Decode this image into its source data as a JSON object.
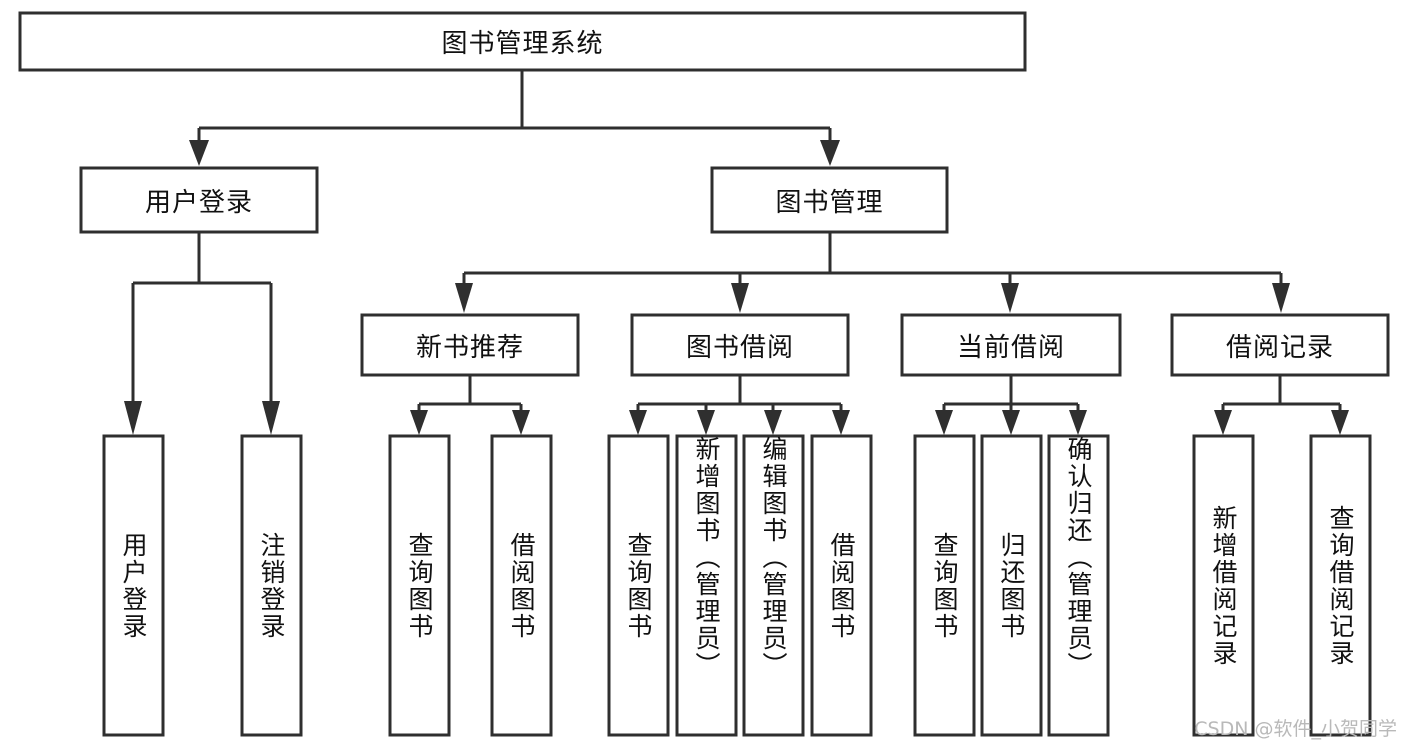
{
  "diagram": {
    "title": "图书管理系统",
    "type": "hierarchy-tree",
    "orientation": "top-down",
    "levels": 4,
    "colors": {
      "box_fill": "#ffffff",
      "box_stroke": "#2f2f2f",
      "text": "#111111",
      "watermark": "#b9b9b9"
    },
    "root": {
      "id": "root",
      "label": "图书管理系统",
      "orientation": "horizontal"
    },
    "level2": [
      {
        "id": "user-login",
        "label": "用户登录",
        "orientation": "horizontal"
      },
      {
        "id": "book-management",
        "label": "图书管理",
        "orientation": "horizontal"
      }
    ],
    "level3": [
      {
        "id": "new-book-recommend",
        "label": "新书推荐",
        "orientation": "horizontal",
        "parent": "book-management"
      },
      {
        "id": "book-borrow",
        "label": "图书借阅",
        "orientation": "horizontal",
        "parent": "book-management"
      },
      {
        "id": "current-borrow",
        "label": "当前借阅",
        "orientation": "horizontal",
        "parent": "book-management"
      },
      {
        "id": "borrow-record",
        "label": "借阅记录",
        "orientation": "horizontal",
        "parent": "book-management"
      }
    ],
    "leaves": [
      {
        "id": "leaf-user-login",
        "label": "用户登录",
        "parent": "user-login",
        "orientation": "vertical"
      },
      {
        "id": "leaf-user-logout",
        "label": "注销登录",
        "parent": "user-login",
        "orientation": "vertical"
      },
      {
        "id": "leaf-query-book-1",
        "label": "查询图书",
        "parent": "new-book-recommend",
        "orientation": "vertical"
      },
      {
        "id": "leaf-borrow-book-1",
        "label": "借阅图书",
        "parent": "new-book-recommend",
        "orientation": "vertical"
      },
      {
        "id": "leaf-query-book-2",
        "label": "查询图书",
        "parent": "book-borrow",
        "orientation": "vertical"
      },
      {
        "id": "leaf-add-book",
        "label": "新增图书（管理员）",
        "parent": "book-borrow",
        "orientation": "vertical"
      },
      {
        "id": "leaf-edit-book",
        "label": "编辑图书（管理员）",
        "parent": "book-borrow",
        "orientation": "vertical"
      },
      {
        "id": "leaf-borrow-book-2",
        "label": "借阅图书",
        "parent": "book-borrow",
        "orientation": "vertical"
      },
      {
        "id": "leaf-query-book-3",
        "label": "查询图书",
        "parent": "current-borrow",
        "orientation": "vertical"
      },
      {
        "id": "leaf-return-book",
        "label": "归还图书",
        "parent": "current-borrow",
        "orientation": "vertical"
      },
      {
        "id": "leaf-confirm-return",
        "label": "确认归还（管理员）",
        "parent": "current-borrow",
        "orientation": "vertical"
      },
      {
        "id": "leaf-add-record",
        "label": "新增借阅记录",
        "parent": "borrow-record",
        "orientation": "vertical"
      },
      {
        "id": "leaf-query-record",
        "label": "查询借阅记录",
        "parent": "borrow-record",
        "orientation": "vertical"
      }
    ]
  },
  "watermark": {
    "text": "CSDN @软件_小贺同学"
  }
}
